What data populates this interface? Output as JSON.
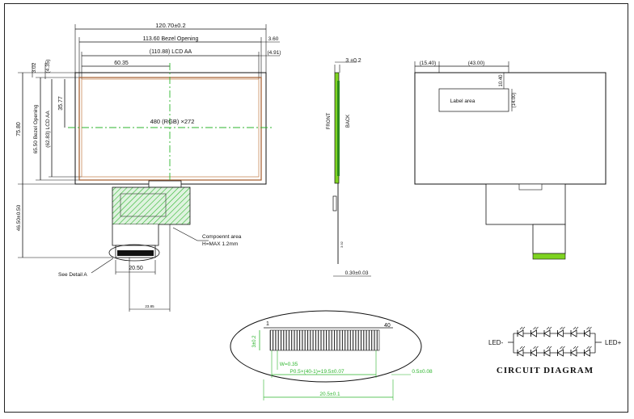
{
  "front_view": {
    "overall_width": "120.70±0.2",
    "bezel_opening_width": "113.60 Bezel Opening",
    "right_margin": "3.60",
    "lcd_aa_width": "(110.88) LCD AA",
    "right_aa_margin": "(4.91)",
    "center_x": "60.35",
    "top_margin": "3.02",
    "top_aa_margin": "(4.35)",
    "center_y": "35.77",
    "overall_height": "75.80",
    "bezel_opening_height": "65.50 Bezel Opening",
    "lcd_aa_height": "(62.83) LCD AA",
    "resolution": "480 (RGB) ×272",
    "fpc_height": "46.50±0.50",
    "fpc_width": "20.50",
    "detail_callout": "See Detail A",
    "component_area": "Compoennt area",
    "component_height": "H=MAX 1.2mm",
    "fpc_dim_bottom": "23.85"
  },
  "side_view": {
    "thickness": "3 ±0.2",
    "front_label": "FRONT",
    "back_label": "BACK",
    "fpc_thickness": "0.30±0.03",
    "small_dim": "3.92"
  },
  "back_view": {
    "label_offset_x": "(15.40)",
    "label_width": "(43.00)",
    "label_offset_y": "10.40",
    "label_height": "(14.00)",
    "label_area": "Label area"
  },
  "detail_a": {
    "pin_first": "1",
    "pin_last": "40",
    "pad_length": "3±0.2",
    "pad_width": "W=0.35",
    "pitch": "P0.5×(40-1)=19.5±0.07",
    "edge_offset": "0.5±0.08",
    "total_width": "20.5±0.1"
  },
  "circuit": {
    "title": "CIRCUIT  DIAGRAM",
    "led_minus": "LED-",
    "led_plus": "LED+"
  },
  "colors": {
    "dim_green": "#2db52d",
    "bezel_brown": "#a45a2a",
    "line": "#111111"
  }
}
